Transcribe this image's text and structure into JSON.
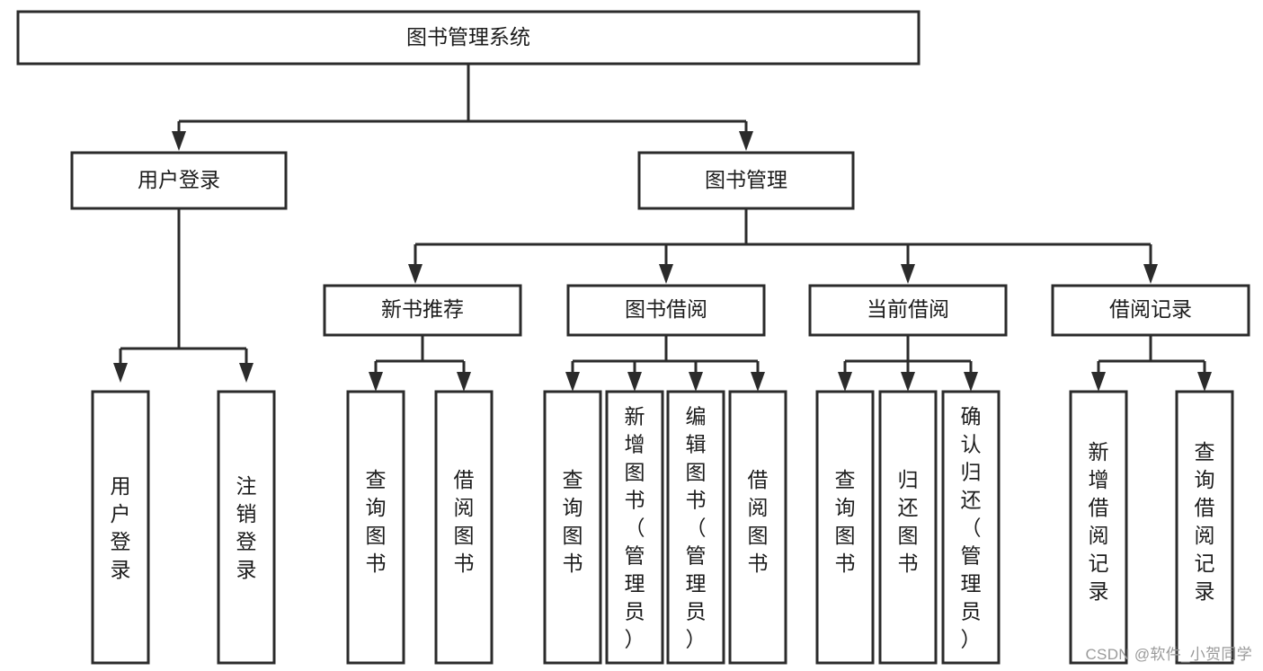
{
  "diagram": {
    "title": "图书管理系统",
    "type": "hierarchy-tree",
    "background_color": "#ffffff",
    "line_color": "#2b2b2b",
    "text_color": "#1c1c1c",
    "root": {
      "label": "图书管理系统"
    },
    "level2": [
      {
        "label": "用户登录"
      },
      {
        "label": "图书管理"
      }
    ],
    "level3": [
      {
        "label": "新书推荐"
      },
      {
        "label": "图书借阅"
      },
      {
        "label": "当前借阅"
      },
      {
        "label": "借阅记录"
      }
    ],
    "leaves_user_login": [
      {
        "label": "用户登录"
      },
      {
        "label": "注销登录"
      }
    ],
    "leaves_new_book": [
      {
        "label": "查询图书"
      },
      {
        "label": "借阅图书"
      }
    ],
    "leaves_borrow": [
      {
        "label": "查询图书"
      },
      {
        "label": "新增图书（管理员）"
      },
      {
        "label": "编辑图书（管理员）"
      },
      {
        "label": "借阅图书"
      }
    ],
    "leaves_current": [
      {
        "label": "查询图书"
      },
      {
        "label": "归还图书"
      },
      {
        "label": "确认归还（管理员）"
      }
    ],
    "leaves_record": [
      {
        "label": "新增借阅记录"
      },
      {
        "label": "查询借阅记录"
      }
    ]
  },
  "watermark": {
    "text": "CSDN @软件_小贺同学"
  }
}
